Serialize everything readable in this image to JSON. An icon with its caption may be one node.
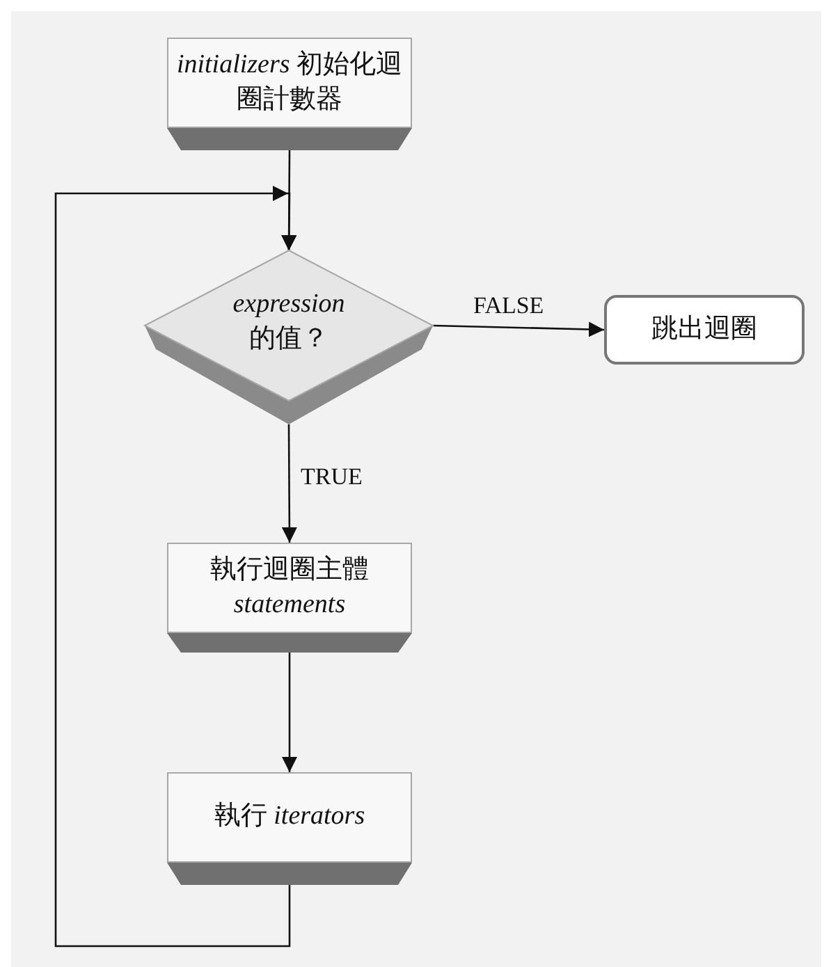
{
  "diagram": {
    "nodes": [
      {
        "text": [
          "*initializers* 初始化迴圈計數器"
        ]
      },
      {
        "text": [
          "*expression* 的值？"
        ]
      },
      {
        "text": [
          "跳出迴圈"
        ]
      },
      {
        "text": [
          "執行迴圈主體 *statements*"
        ]
      },
      {
        "text": [
          "執行 *iterators*"
        ]
      }
    ],
    "edges": [
      {
        "from": 0,
        "to": 1,
        "arrow": "to"
      },
      {
        "from": 1,
        "to": 2,
        "arrow": "to",
        "label": "FALSE"
      },
      {
        "from": 1,
        "to": 3,
        "arrow": "to",
        "label": "TRUE"
      },
      {
        "from": 3,
        "to": 4,
        "arrow": "to"
      },
      {
        "from": 4,
        "to": 1,
        "arrow": "to"
      }
    ]
  }
}
